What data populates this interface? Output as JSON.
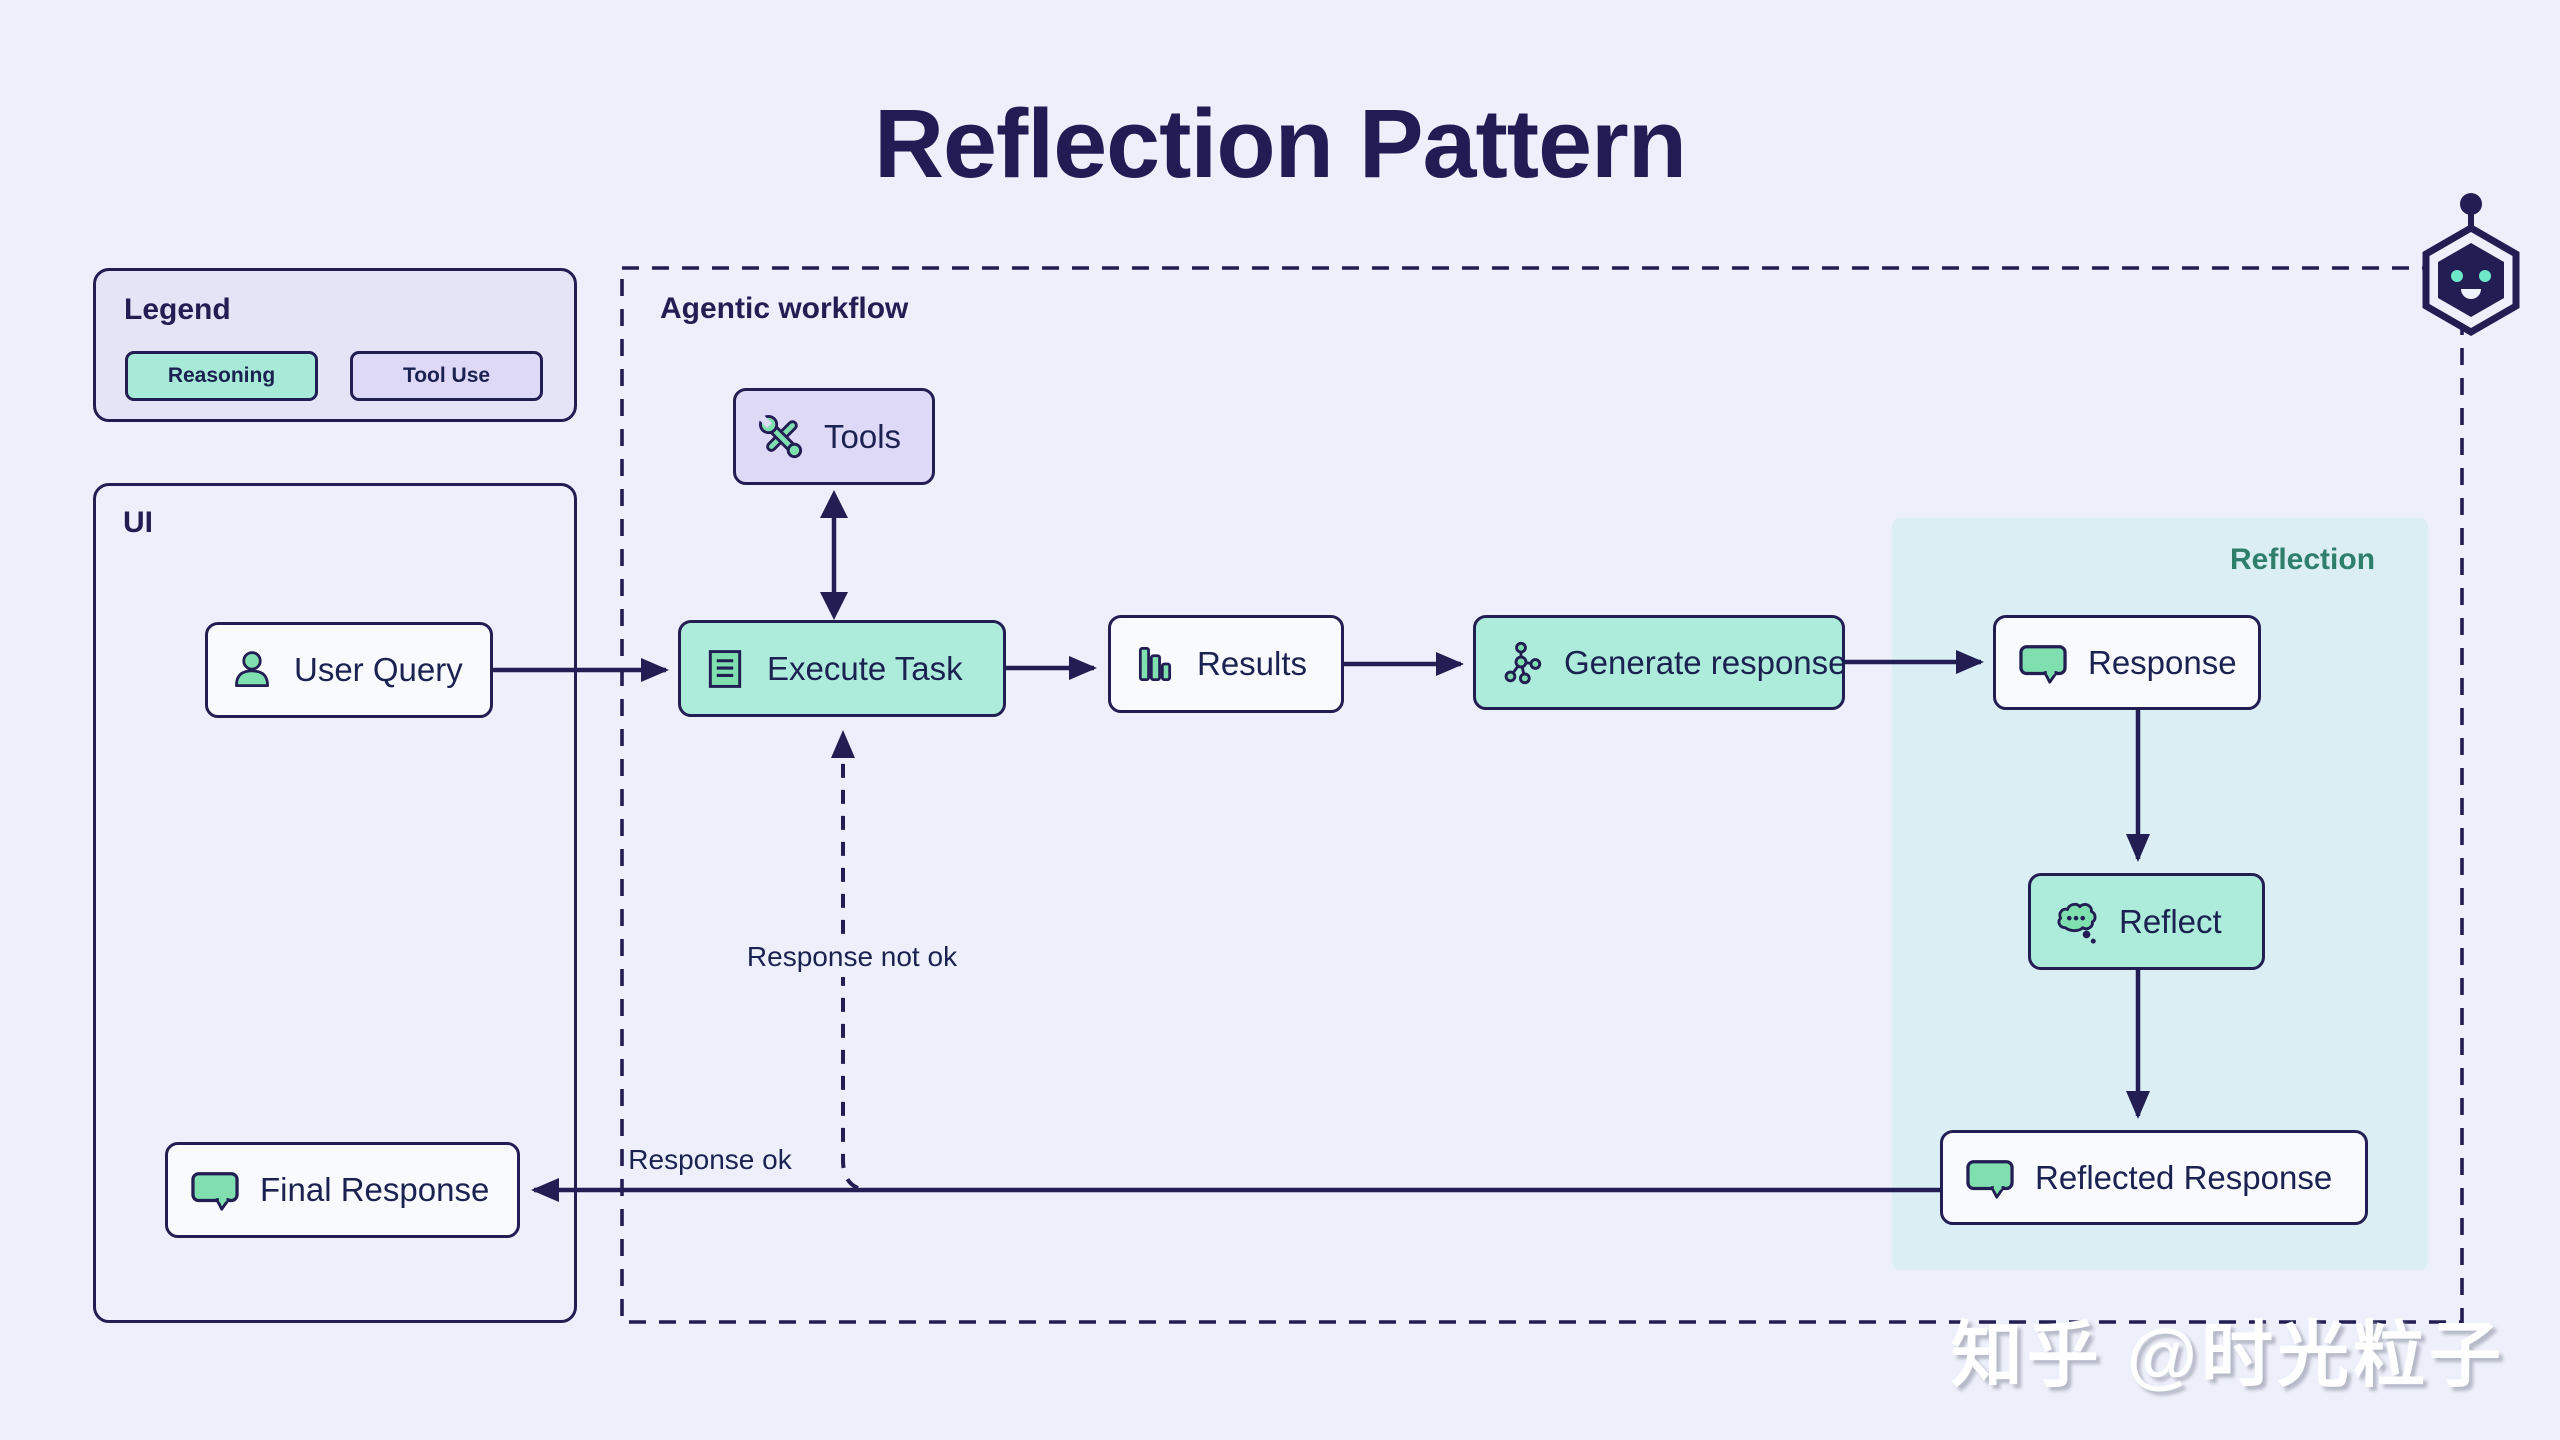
{
  "title": "Reflection Pattern",
  "legend": {
    "label": "Legend",
    "items": [
      {
        "label": "Reasoning",
        "color": "#a8ead8"
      },
      {
        "label": "Tool Use",
        "color": "#ded9f6"
      }
    ]
  },
  "ui_panel": {
    "label": "UI",
    "nodes": [
      {
        "id": "user-query",
        "label": "User Query",
        "icon": "user-icon",
        "style": "neutral"
      },
      {
        "id": "final-response",
        "label": "Final Response",
        "icon": "speech-bubble-icon",
        "style": "neutral"
      }
    ]
  },
  "workflow": {
    "label": "Agentic workflow",
    "nodes": [
      {
        "id": "tools",
        "label": "Tools",
        "icon": "tools-icon",
        "style": "tool-use"
      },
      {
        "id": "execute-task",
        "label": "Execute Task",
        "icon": "document-icon",
        "style": "reasoning"
      },
      {
        "id": "results",
        "label": "Results",
        "icon": "bar-chart-icon",
        "style": "neutral"
      },
      {
        "id": "generate-response",
        "label": "Generate response",
        "icon": "network-icon",
        "style": "reasoning"
      }
    ]
  },
  "reflection": {
    "label": "Reflection",
    "nodes": [
      {
        "id": "response",
        "label": "Response",
        "icon": "speech-bubble-icon",
        "style": "neutral"
      },
      {
        "id": "reflect",
        "label": "Reflect",
        "icon": "thought-cloud-icon",
        "style": "reasoning"
      },
      {
        "id": "reflected-response",
        "label": "Reflected Response",
        "icon": "speech-bubble-icon",
        "style": "neutral"
      }
    ]
  },
  "edge_labels": {
    "response_ok": "Response ok",
    "response_not_ok": "Response not ok"
  },
  "watermark": "知乎 @时光粒子",
  "colors": {
    "background": "#edf0fa",
    "navy": "#221d52",
    "text": "#1b2150",
    "reasoning_fill": "#adebdb",
    "tool_use_fill": "#ded9f6",
    "neutral_fill": "#f8fafd",
    "icon_green": "#7fdfae",
    "reflection_bg": "#dbeef4",
    "reflection_label": "#2e7f6b",
    "legend_bg": "#e5e3f6",
    "robot_eyes": "#6fe8c9"
  }
}
